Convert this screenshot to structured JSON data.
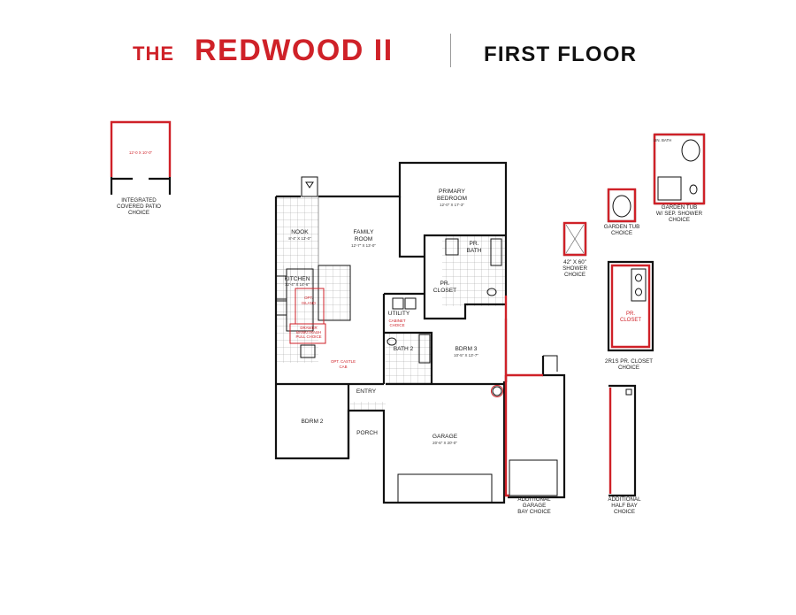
{
  "header": {
    "title_prefix": "THE",
    "title_main": "REDWOOD II",
    "floor": "FIRST FLOOR"
  },
  "rooms": {
    "nook": {
      "name": "NOOK",
      "dims": "8'-4\" X 13'-0\""
    },
    "family_room": {
      "line1": "FAMILY",
      "line2": "ROOM",
      "dims": "12'-7\" X 13'-0\""
    },
    "primary_bedroom": {
      "line1": "PRIMARY",
      "line2": "BEDROOM",
      "dims": "12'-0\" X 17'-3\""
    },
    "primary_bath": {
      "line1": "PR.",
      "line2": "BATH"
    },
    "primary_closet": {
      "line1": "PR.",
      "line2": "CLOSET"
    },
    "kitchen": {
      "name": "KITCHEN",
      "dims": "12'-4\" X 14'-6\""
    },
    "utility": {
      "name": "UTILITY"
    },
    "bath2": {
      "name": "BATH 2"
    },
    "bedroom3": {
      "name": "BDRM 3",
      "dims": "10'-5\" X 13'-7\""
    },
    "bedroom2": {
      "name": "BDRM 2"
    },
    "entry": {
      "name": "ENTRY"
    },
    "porch": {
      "name": "PORCH"
    },
    "garage": {
      "name": "GARAGE",
      "dims": "20'-6\" X 20'-0\""
    }
  },
  "red_notes": {
    "opt_island": [
      "OPT.",
      "ISLAND"
    ],
    "drawer_bank": [
      "DRAWER",
      "BANK/TRASH",
      "PULL CHOICE"
    ],
    "cabinet_choice": [
      "CABINET",
      "CHOICE"
    ],
    "opt_castle_cab": [
      "OPT. CASTLE",
      "CAB"
    ],
    "pr_closet_option": [
      "PR.",
      "CLOSET"
    ]
  },
  "options": {
    "patio": {
      "dims": "12'-0 X 10'-0\"",
      "lines": [
        "INTEGRATED",
        "COVERED PATIO",
        "CHOICE"
      ]
    },
    "shower": {
      "lines": [
        "42\" X 60\"",
        "SHOWER",
        "CHOICE"
      ]
    },
    "garden_tub": {
      "lines": [
        "GARDEN TUB",
        "CHOICE"
      ]
    },
    "garden_tub_shower": {
      "lines": [
        "GARDEN TUB",
        "W/ SEP. SHOWER",
        "CHOICE"
      ],
      "tag": "LIN. BATH"
    },
    "closet_2r1s": {
      "lines": [
        "2R1S PR. CLOSET",
        "CHOICE"
      ]
    },
    "garage_bay": {
      "lines": [
        "ADDITIONAL",
        "GARAGE",
        "BAY CHOICE"
      ]
    },
    "half_bay": {
      "lines": [
        "ADDITIONAL",
        "HALF BAY",
        "CHOICE"
      ]
    }
  },
  "colors": {
    "accent": "#cf2128",
    "wall": "#111111",
    "text": "#222222"
  }
}
